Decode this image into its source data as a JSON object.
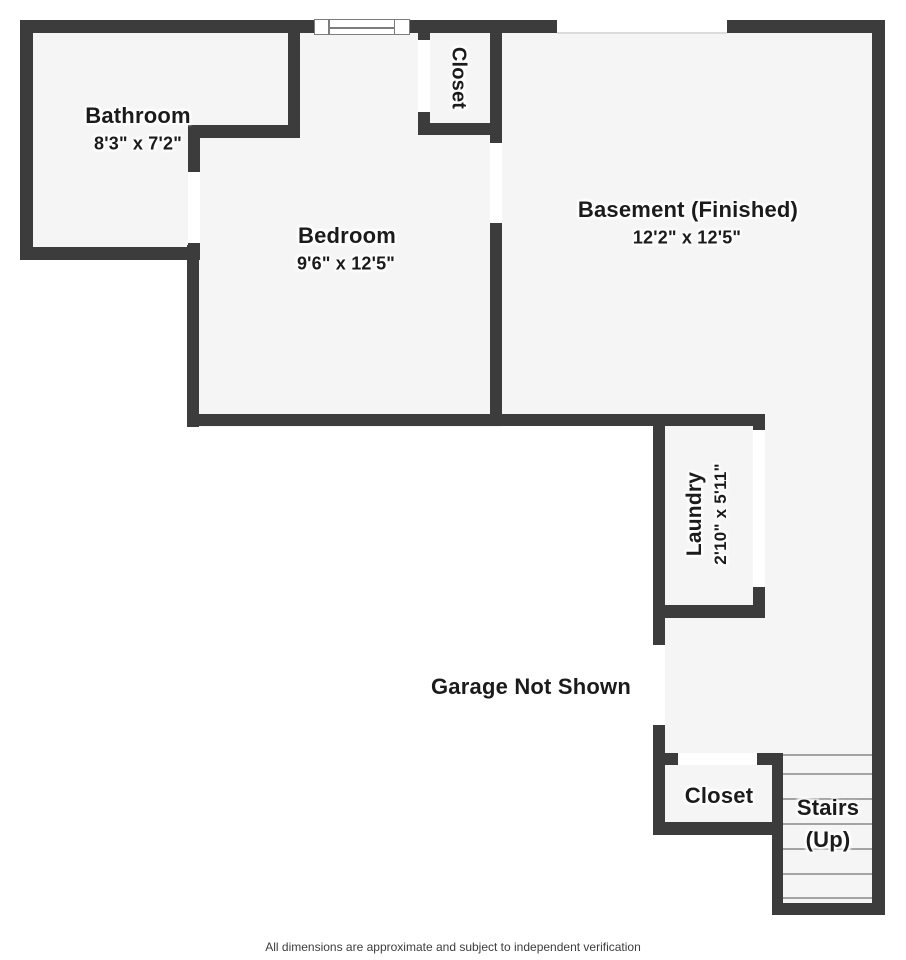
{
  "colors": {
    "wall": "#3c3c3c",
    "floor": "#f5f5f5",
    "background": "#ffffff",
    "label_text": "#1b1b1b"
  },
  "rooms": {
    "bathroom": {
      "label": "Bathroom",
      "dims": "8'3\" x 7'2\""
    },
    "bedroom": {
      "label": "Bedroom",
      "dims": "9'6\" x 12'5\""
    },
    "closet_top": {
      "label": "Closet"
    },
    "basement": {
      "label": "Basement (Finished)",
      "dims": "12'2\" x 12'5\""
    },
    "laundry": {
      "label": "Laundry",
      "dims": "2'10\" x 5'11\""
    },
    "garage_note": {
      "label": "Garage Not Shown"
    },
    "closet_bottom": {
      "label": "Closet"
    },
    "stairs": {
      "label": "Stairs",
      "sublabel": "(Up)"
    }
  },
  "footer": {
    "disclaimer": "All dimensions are approximate and subject to independent verification"
  }
}
